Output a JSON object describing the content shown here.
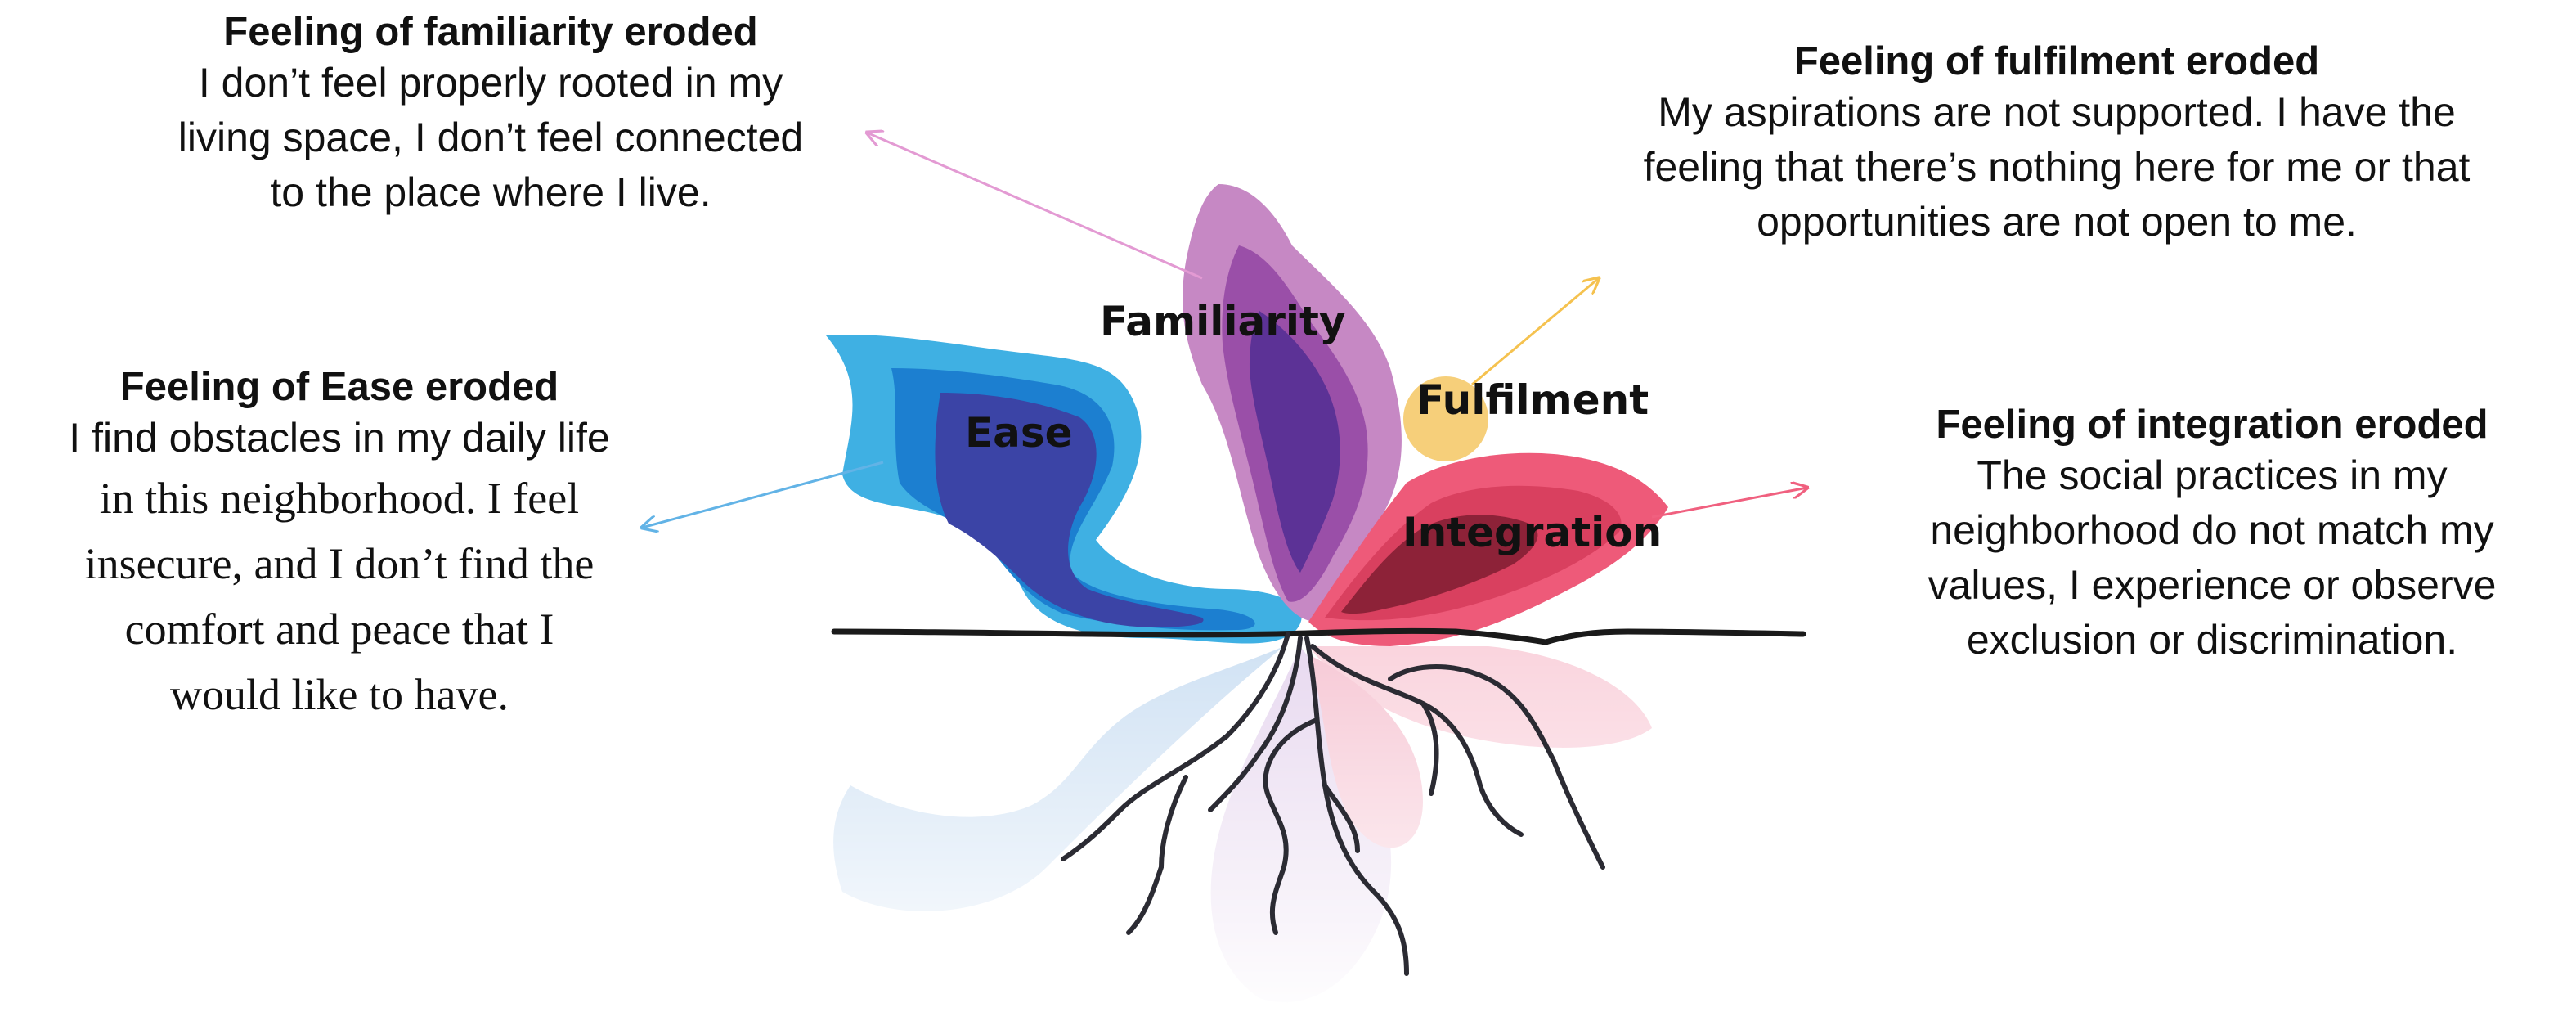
{
  "petals": {
    "ease": {
      "label": "Ease",
      "color_outer": "#3fb0e3",
      "color_mid": "#1c7fd0",
      "color_inner": "#3b44a6"
    },
    "familiarity": {
      "label": "Familiarity",
      "color_outer": "#c688c4",
      "color_mid": "#9a4fa8",
      "color_inner": "#5c3296"
    },
    "fulfilment": {
      "label": "Fulfilment",
      "color": "#f6cf7a"
    },
    "integration": {
      "label": "Integration",
      "color_outer": "#ee5a79",
      "color_mid": "#d9405f",
      "color_inner": "#8d2238"
    }
  },
  "callouts": {
    "familiarity": {
      "heading": "Feeling of familiarity eroded",
      "lines": [
        "I don’t feel properly rooted in my",
        "living space, I don’t feel connected",
        "to the place where I live."
      ]
    },
    "fulfilment": {
      "heading": "Feeling of fulfilment eroded",
      "lines": [
        "My aspirations are not supported. I have the",
        "feeling that there’s nothing here for me or that",
        "opportunities are not open to me."
      ]
    },
    "ease": {
      "heading": "Feeling of Ease eroded",
      "lines": [
        "I find obstacles in my daily life",
        "in this neighborhood. I feel",
        "insecure, and I don’t find the",
        "comfort and peace that I",
        "would like to have."
      ]
    },
    "integration": {
      "heading": "Feeling of integration eroded",
      "lines": [
        "The social practices in my",
        "neighborhood do not match my",
        "values, I experience or observe",
        "exclusion or discrimination."
      ]
    }
  },
  "colors": {
    "ground_line": "#1a1a1a",
    "roots": "#2b2b33",
    "arrow_familiarity": "#e39ad3",
    "arrow_fulfilment": "#f5c24f",
    "arrow_ease": "#62b3e6",
    "arrow_integration": "#f0607f"
  }
}
